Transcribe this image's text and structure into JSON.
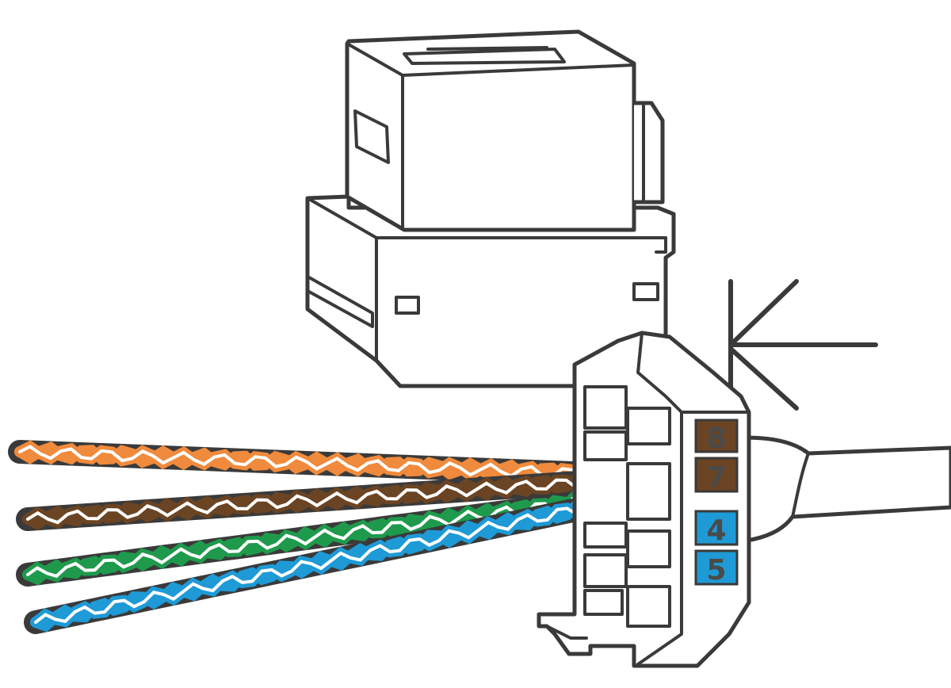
{
  "colors": {
    "outline": "#3a3a3a",
    "orange": "#f08a3c",
    "brown": "#6b4423",
    "green": "#1f9a4c",
    "blue": "#1e9ad6",
    "white_stripe": "#ffffff"
  },
  "wire_pairs": [
    {
      "name": "orange-pair",
      "color": "#f08a3c"
    },
    {
      "name": "brown-pair",
      "color": "#6b4423"
    },
    {
      "name": "green-pair",
      "color": "#1f9a4c"
    },
    {
      "name": "blue-pair",
      "color": "#1e9ad6"
    }
  ],
  "pin_labels": [
    {
      "text": "8",
      "color": "#6b4423"
    },
    {
      "text": "7",
      "color": "#6b4423"
    },
    {
      "text": "4",
      "color": "#1e9ad6"
    },
    {
      "text": "5",
      "color": "#1e9ad6"
    }
  ],
  "arrow_icon": "insert-direction-arrow-icon"
}
